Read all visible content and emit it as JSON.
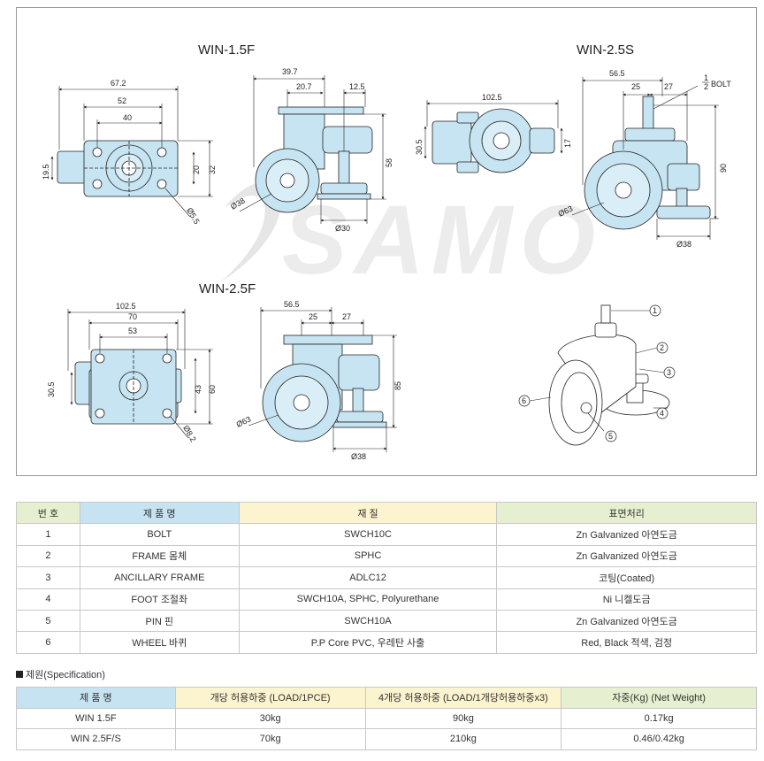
{
  "drawing": {
    "watermark": "SAMO",
    "win15": {
      "title": "WIN-1.5F",
      "top_dims": {
        "w1": "67.2",
        "w2": "52",
        "w3": "40",
        "h1": "19.5",
        "h2": "20",
        "h3": "32",
        "hole": "Ø5.5"
      },
      "side_dims": {
        "w1": "39.7",
        "w2": "20.7",
        "w3": "12.5",
        "h": "58",
        "wheel": "Ø38",
        "foot": "Ø30"
      }
    },
    "win25s": {
      "title": "WIN-2.5S",
      "top_dims": {
        "w1": "102.5",
        "h1": "30.5",
        "h2": "17"
      },
      "side_dims": {
        "w1": "56.5",
        "w2": "25",
        "w3": "27",
        "bolt": "BOLT",
        "bolt_frac_num": "1",
        "bolt_frac_den": "2",
        "h": "90",
        "wheel": "Ø63",
        "foot": "Ø38"
      }
    },
    "win25f": {
      "title": "WIN-2.5F",
      "top_dims": {
        "w1": "102.5",
        "w2": "70",
        "w3": "53",
        "h1": "30.5",
        "h2": "43",
        "h3": "60",
        "hole": "Ø8.2"
      },
      "side_dims": {
        "w1": "56.5",
        "w2": "25",
        "w3": "27",
        "h": "85",
        "wheel": "Ø63",
        "foot": "Ø38"
      }
    },
    "callouts": [
      "1",
      "2",
      "3",
      "4",
      "5",
      "6"
    ]
  },
  "parts_table": {
    "headers": [
      "번 호",
      "제 품 명",
      "재 질",
      "표면처리"
    ],
    "rows": [
      [
        "1",
        "BOLT",
        "SWCH10C",
        "Zn Galvanized  아연도금"
      ],
      [
        "2",
        "FRAME  몸체",
        "SPHC",
        "Zn Galvanized  아연도금"
      ],
      [
        "3",
        "ANCILLARY FRAME",
        "ADLC12",
        "코팅(Coated)"
      ],
      [
        "4",
        "FOOT 조절좌",
        "SWCH10A, SPHC, Polyurethane",
        "Ni 니켈도금"
      ],
      [
        "5",
        "PIN  핀",
        "SWCH10A",
        "Zn Galvanized  아연도금"
      ],
      [
        "6",
        "WHEEL  바퀴",
        "P.P Core PVC, 우레탄 사출",
        "Red, Black 적색, 검정"
      ]
    ]
  },
  "spec": {
    "heading": "제원(Specification)",
    "headers": [
      "제 품 명",
      "개당 허용하중 (LOAD/1PCE)",
      "4개당 허용하중 (LOAD/1개당허용하중x3)",
      "자중(Kg) (Net Weight)"
    ],
    "rows": [
      [
        "WIN 1.5F",
        "30kg",
        "90kg",
        "0.17kg"
      ],
      [
        "WIN 2.5F/S",
        "70kg",
        "210kg",
        "0.46/0.42kg"
      ]
    ]
  },
  "colors": {
    "part_fill": "#c7e4f2",
    "header_green": "#e6efcf",
    "header_blue": "#c6e3f1",
    "header_yellow": "#fcf3cf"
  }
}
